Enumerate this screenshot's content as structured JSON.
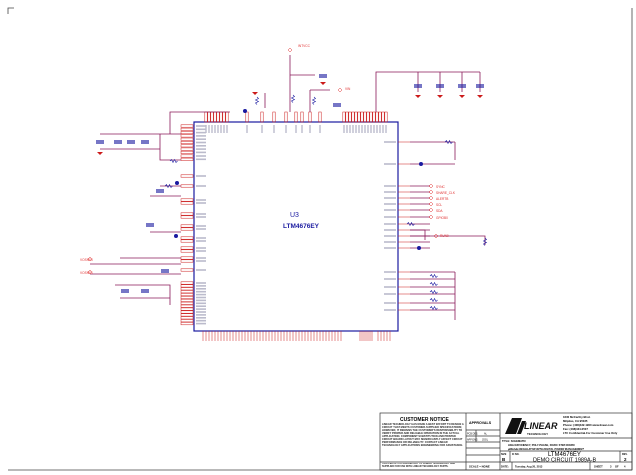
{
  "colors": {
    "wire": "#8a1a5a",
    "part": "#1a1aa0",
    "pin": "#cc1a1a",
    "net_label": "#e03030",
    "frame": "#333333"
  },
  "ic": {
    "ref": "U3",
    "part": "LTM4676EY"
  },
  "net_labels": {
    "right": [
      "SYNC",
      "SHARE_CLK",
      "ALERTB",
      "SCL",
      "SDA",
      "GPIOB0"
    ],
    "right_lower": "RUN0",
    "left": [
      "VOSNS0",
      "VOSNS1"
    ],
    "top": [
      "INTVCC",
      "VIN"
    ]
  },
  "title_block": {
    "notice_title": "CUSTOMER NOTICE",
    "notice_body": "LINEAR TECHNOLOGY HAS MADE A BEST EFFORT TO DESIGN A CIRCUIT THAT MEETS CUSTOMER-SUPPLIED SPECIFICATIONS; HOWEVER, IT REMAINS THE CUSTOMER'S RESPONSIBILITY TO VERIFY PROPER AND RELIABLE OPERATION IN THE ACTUAL APPLICATION. COMPONENT SUBSTITUTION AND PRINTED CIRCUIT BOARD LAYOUT MAY SIGNIFICANTLY AFFECT CIRCUIT PERFORMANCE OR RELIABILITY. CONTACT LINEAR TECHNOLOGY APPLICATIONS ENGINEERING FOR ASSISTANCE.",
    "notice_footer": "THIS CIRCUIT IS PROPRIETARY TO LINEAR TECHNOLOGY AND SUPPLIED FOR USE WITH LINEAR TECHNOLOGY PARTS.",
    "approvals": "APPROVALS",
    "approval_rows": [
      {
        "role": "PCB DES.",
        "name": "AL"
      },
      {
        "role": "APP ENG.",
        "name": "JDGL"
      }
    ],
    "scale": "SCALE = NONE",
    "company": "LINEAR",
    "company_sub": "TECHNOLOGY",
    "address": [
      "1630 McCarthy Blvd.",
      "Milpitas, CA 95035",
      "Phone: (408)432-1900  www.linear.com",
      "Fax: (408)434-0507",
      "LTC Confidential-For Customer Use Only"
    ],
    "title_label": "TITLE: SCHEMATIC",
    "description": [
      "HIGH EFFICIENCY, POLY-PHASE, DC/DC STEP-DOWN",
      "µModule REGULATOR WITH DIGITAL POWER MANAGEMENT"
    ],
    "size_label": "SIZE",
    "size": "B",
    "ic_no_label": "IC NO.",
    "part": "LTM4676EY",
    "demo": "DEMO CIRCUIT 1989A-B",
    "rev_label": "REV.",
    "rev": "2",
    "date_label": "DATE:",
    "date": "Tuesday, Aug 20, 2013",
    "sheet_label": "SHEET",
    "sheet": "3",
    "of_label": "OF",
    "sheets": "4"
  }
}
